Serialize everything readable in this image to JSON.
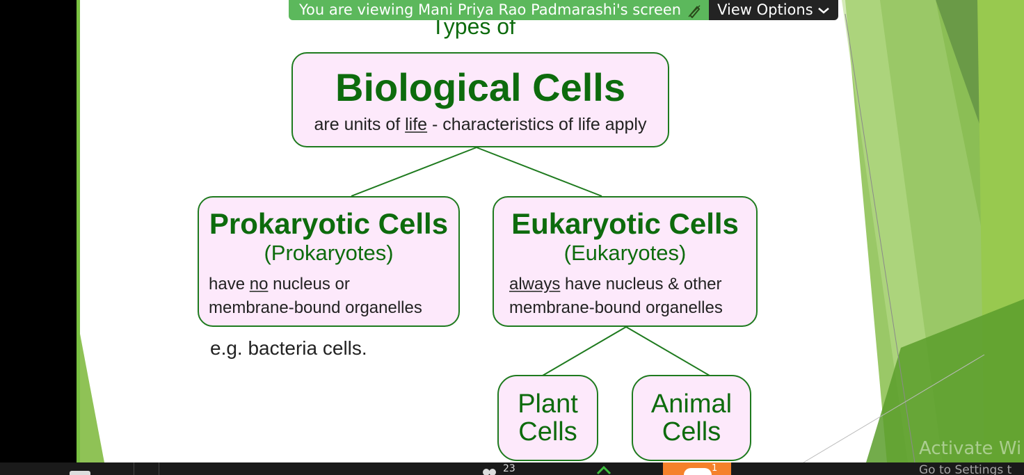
{
  "share_banner": {
    "message": "You are viewing Mani Priya Rao Padmarashi's screen",
    "view_options": "View Options"
  },
  "slide": {
    "heading": "Types of",
    "root": {
      "title": "Biological Cells",
      "subtitle_before": "are units of ",
      "subtitle_underlined": "life",
      "subtitle_after": " - characteristics of life apply"
    },
    "prokaryotic": {
      "title": "Prokaryotic Cells",
      "alt": "(Prokaryotes)",
      "line1_before": "have ",
      "line1_underlined": "no",
      "line1_after": " nucleus or",
      "line2": "membrane-bound organelles"
    },
    "eukaryotic": {
      "title": "Eukaryotic Cells",
      "alt": "(Eukaryotes)",
      "line1_underlined": "always",
      "line1_after": " have nucleus & other",
      "line2": "membrane-bound organelles"
    },
    "example": "e.g. bacteria cells.",
    "plant": {
      "line1": "Plant",
      "line2": "Cells"
    },
    "animal": {
      "line1": "Animal",
      "line2": "Cells"
    }
  },
  "taskbar": {
    "participants_count": "23",
    "chat_count": "1"
  },
  "watermark": {
    "line1": "Activate Wi",
    "line2": "Go to Settings t"
  },
  "colors": {
    "accent_green": "#5cb85c",
    "box_fill": "#fde9fb",
    "title_green": "#0d6b0d"
  }
}
